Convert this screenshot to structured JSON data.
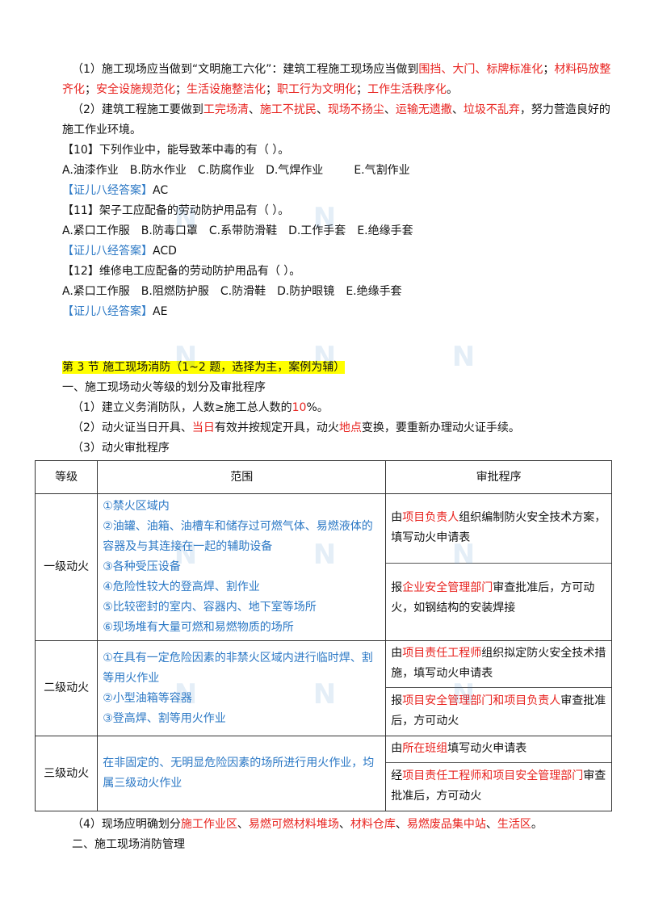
{
  "para1": {
    "prefix": "（1）施工现场应当做到“文明施工六化”：建筑工程施工现场应当做到",
    "r1": "围挡、大门、标牌标准化",
    "s1": "；",
    "r2": "材料码放整齐化",
    "s2": "；",
    "r3": "安全设施规范化",
    "s3": "；",
    "r4": "生活设施整洁化",
    "s4": "；",
    "r5": "职工行为文明化",
    "s5": "；",
    "r6": "工作生活秩序化",
    "end": "。"
  },
  "para2": {
    "prefix": "（2）建筑工程施工要做到",
    "r1": "工完场清",
    "s1": "、",
    "r2": "施工不扰民",
    "s2": "、",
    "r3": "现场不扬尘",
    "s3": "、",
    "r4": "运输无遗撒",
    "s4": "、",
    "r5": "垃圾不乱弃",
    "end": "，努力营造良好的施工作业环境。"
  },
  "questions": [
    {
      "stem": "【10】下列作业中，能导致苯中毒的有（ ）。",
      "options": [
        "A.油漆作业",
        "B.防水作业",
        "C.防腐作业",
        "D.气焊作业",
        "E.气割作业"
      ],
      "answer_label": "【证儿八经答案】",
      "answer": "AC"
    },
    {
      "stem": "【11】架子工应配备的劳动防护用品有（ ）。",
      "options": [
        "A.紧口工作服",
        "B.防毒口罩",
        "C.系带防滑鞋",
        "D.工作手套",
        "E.绝缘手套"
      ],
      "answer_label": "【证儿八经答案】",
      "answer": "ACD"
    },
    {
      "stem": "【12】维修电工应配备的劳动防护用品有（ ）。",
      "options": [
        "A.紧口工作服",
        "B.阻燃防护服",
        "C.防滑鞋",
        "D.防护眼镜",
        "E.绝缘手套"
      ],
      "answer_label": "【证儿八经答案】",
      "answer": "AE"
    }
  ],
  "section": {
    "title": "第 3 节 施工现场消防（1~2 题，选择为主，案例为辅）",
    "h1": "一、施工现场动火等级的划分及审批程序",
    "p1_prefix": "（1）建立义务消防队，人数≥施工总人数的",
    "p1_red": "10",
    "p1_suffix": "%。",
    "p2_prefix": "（2）动火证当日开具、",
    "p2_red1": "当日",
    "p2_mid": "有效并按规定开具，动火",
    "p2_red2": "地点",
    "p2_suffix": "变换，要重新办理动火证手续。",
    "p3": "（3）动火审批程序"
  },
  "table": {
    "headers": [
      "等级",
      "范围",
      "审批程序"
    ],
    "rows": [
      {
        "level": "一级动火",
        "scope": [
          "①禁火区域内",
          "②油罐、油箱、油槽车和储存过可燃气体、易燃液体的容器及与其连接在一起的辅助设备",
          "③各种受压设备",
          "④危险性较大的登高焊、割作业",
          "⑤比较密封的室内、容器内、地下室等场所",
          "⑥现场堆有大量可燃和易燃物质的场所"
        ],
        "approval1": {
          "pre": "由",
          "red": "项目负责人",
          "post": "组织编制防火安全技术方案，填写动火申请表"
        },
        "approval2": {
          "pre": "报",
          "red": "企业安全管理部门",
          "post": "审查批准后，方可动火，如钢结构的安装焊接"
        }
      },
      {
        "level": "二级动火",
        "scope": [
          "①在具有一定危险因素的非禁火区域内进行临时焊、割等用火作业",
          "②小型油箱等容器",
          "③登高焊、割等用火作业"
        ],
        "approval1": {
          "pre": "由",
          "red": "项目责任工程师",
          "post": "组织拟定防火安全技术措施，填写动火申请表"
        },
        "approval2": {
          "pre": "报",
          "red": "项目安全管理部门和项目负责人",
          "post": "审查批准后，方可动火"
        }
      },
      {
        "level": "三级动火",
        "scope": [
          "在非固定的、无明显危险因素的场所进行用火作业，均属三级动火作业"
        ],
        "approval1": {
          "pre": "由",
          "red": "所在班组",
          "post": "填写动火申请表"
        },
        "approval2": {
          "pre": "经",
          "red": "项目责任工程师和项目安全管理部门",
          "post": "审查批准后，方可动火"
        }
      }
    ]
  },
  "para4": {
    "prefix": "（4）现场应明确划分",
    "r1": "施工作业区",
    "s1": "、",
    "r2": "易燃可燃材料堆场",
    "s2": "、",
    "r3": "材料仓库",
    "s3": "、",
    "r4": "易燃废品集中站",
    "s4": "、",
    "r5": "生活区",
    "end": "。"
  },
  "h2": "二、施工现场消防管理"
}
